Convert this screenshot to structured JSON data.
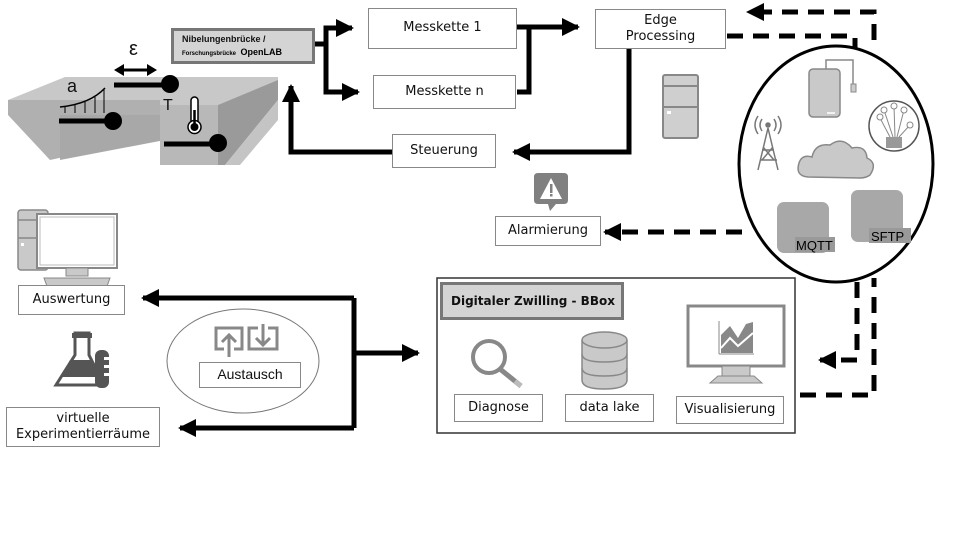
{
  "diagram": {
    "bridge": {
      "title_line1": "Nibelungenbrücke /",
      "title_line2_small": "Forschungsbrücke",
      "title_line2_bold": "OpenLAB",
      "sensor_labels": {
        "acceleration": "a",
        "strain": "ε",
        "temperature": "T"
      }
    },
    "nodes": {
      "messkette_1": "Messkette 1",
      "messkette_n": "Messkette n",
      "edge_line1": "Edge",
      "edge_line2": "Processing",
      "steuerung": "Steuerung",
      "alarmierung": "Alarmierung",
      "auswertung": "Auswertung",
      "virtuelle_line1": "virtuelle",
      "virtuelle_line2": "Experimentierräume",
      "austausch": "Austausch"
    },
    "cloud_circle": {
      "icons": [
        "external-drive-icon",
        "radio-tower-icon",
        "fiber-optic-icon",
        "cloud-icon",
        "mqtt-icon",
        "sftp-icon"
      ],
      "mqtt_label": "MQTT",
      "sftp_label": "SFTP"
    },
    "digital_twin": {
      "title": "Digitaler Zwilling - BBox",
      "modules": {
        "diagnose": "Diagnose",
        "data_lake": "data lake",
        "visualisierung": "Visualisierung"
      }
    },
    "colors": {
      "line": "#000000",
      "icon_gray": "#b5b5b5",
      "icon_dark": "#555555",
      "title_box": "#d4d4d4"
    }
  }
}
